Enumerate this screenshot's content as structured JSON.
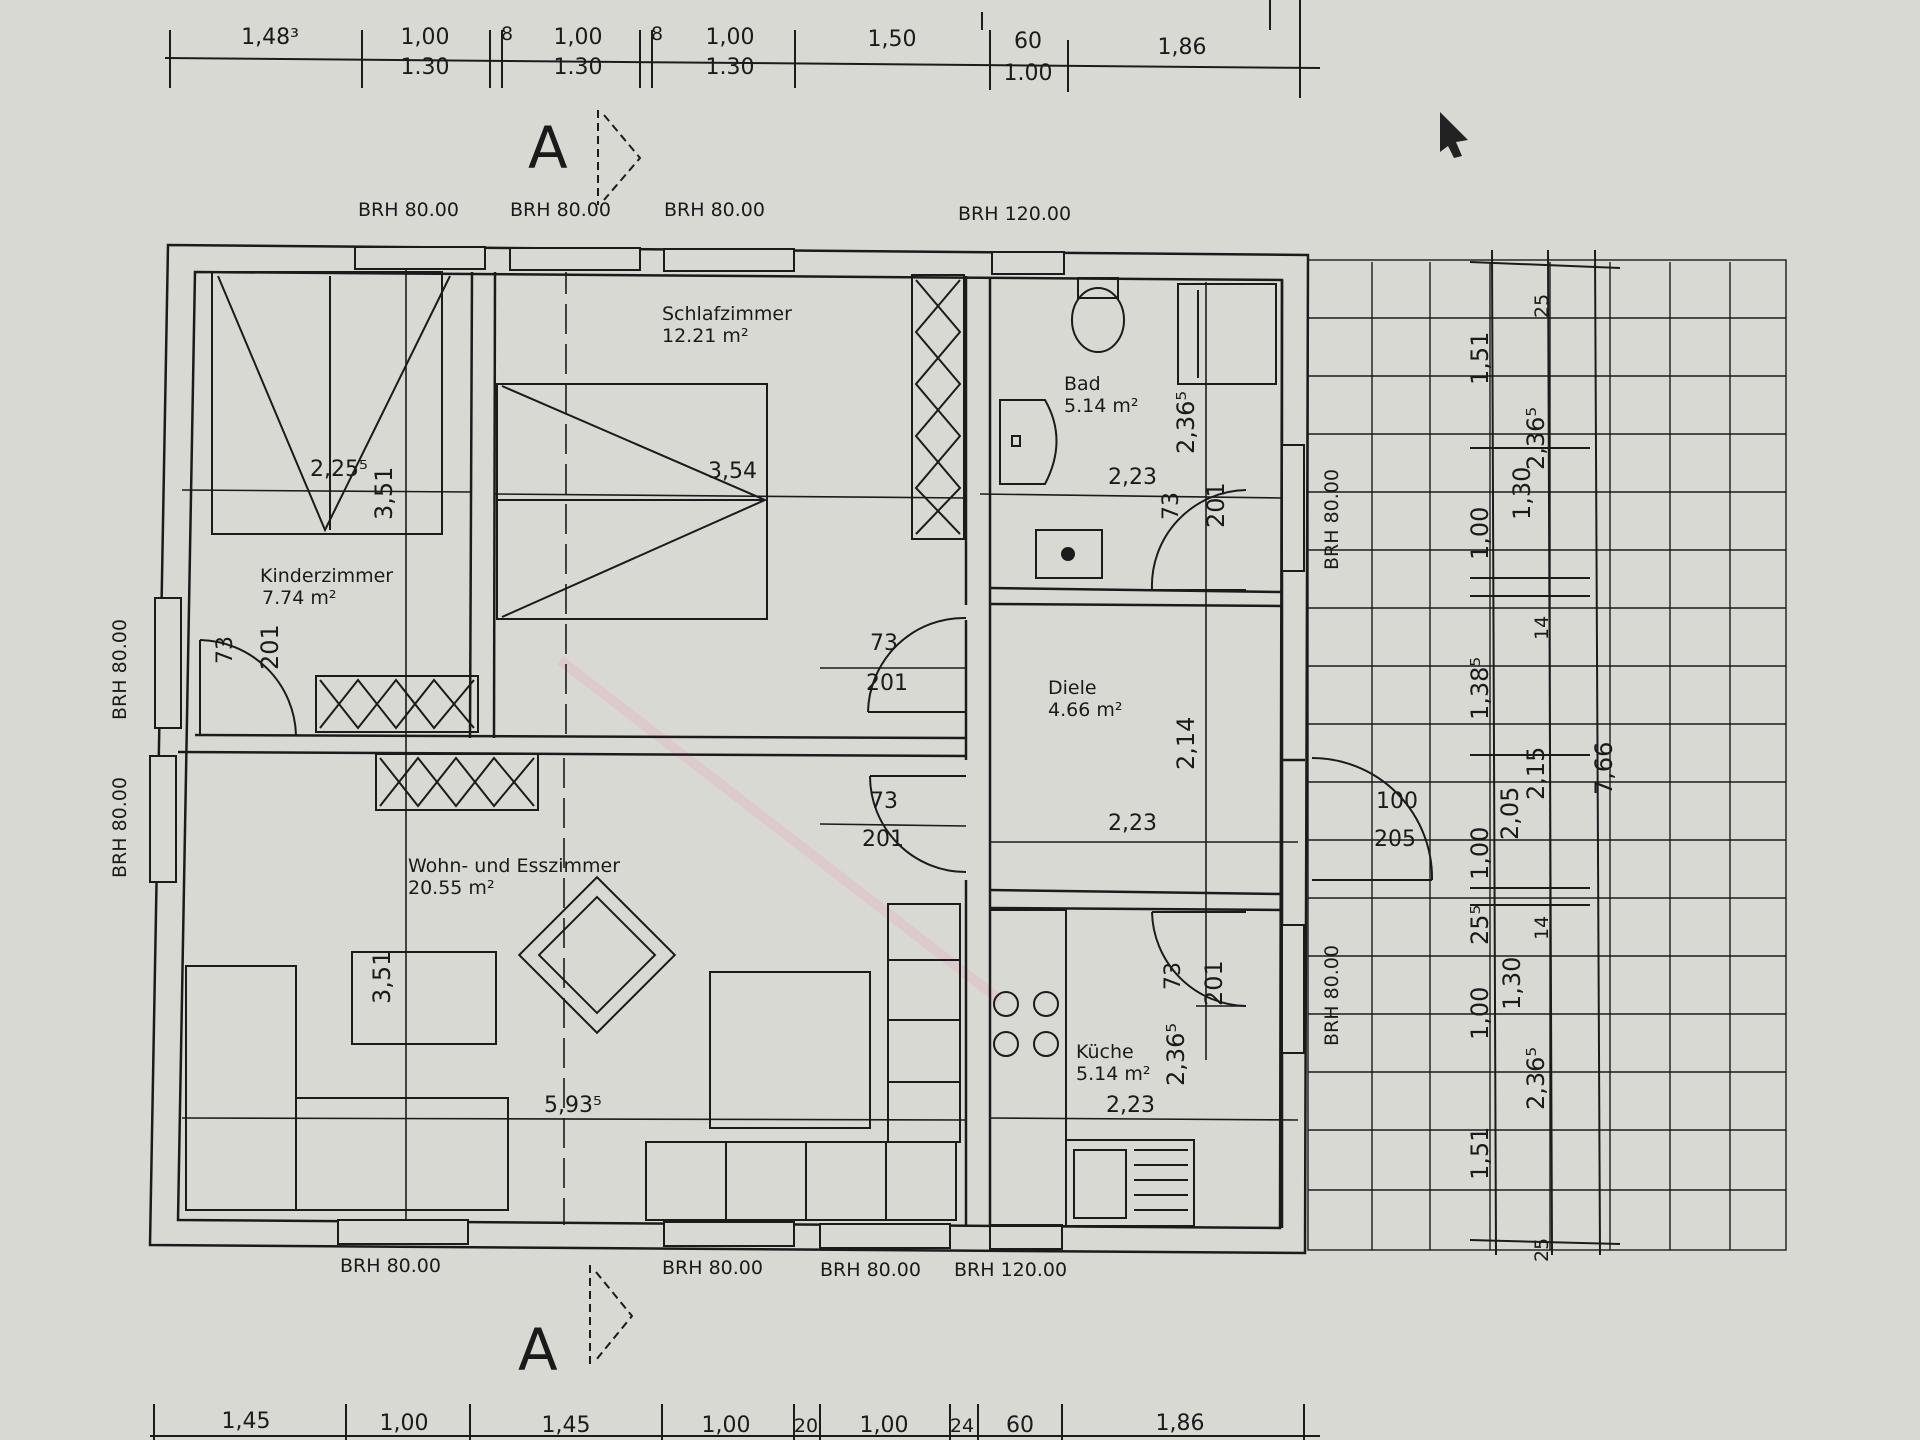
{
  "colors": {
    "paper": "#d9d9d4",
    "line": "#1b1b1b",
    "accent": "#e6b0c0"
  },
  "section_marks": {
    "top": "A",
    "bottom": "A"
  },
  "rooms": [
    {
      "key": "kinder",
      "name": "Kinderzimmer",
      "area": "7.74 m²"
    },
    {
      "key": "schlaf",
      "name": "Schlafzimmer",
      "area": "12.21 m²"
    },
    {
      "key": "bad",
      "name": "Bad",
      "area": "5.14 m²"
    },
    {
      "key": "diele",
      "name": "Diele",
      "area": "4.66 m²"
    },
    {
      "key": "wohn",
      "name": "Wohn- und Esszimmer",
      "area": "20.55 m²"
    },
    {
      "key": "kueche",
      "name": "Küche",
      "area": "5.14 m²"
    }
  ],
  "brh": {
    "top": [
      "BRH 80.00",
      "BRH 80.00",
      "BRH 80.00",
      "BRH 120.00"
    ],
    "bottom": [
      "BRH 80.00",
      "BRH 80.00",
      "BRH 80.00",
      "BRH 120.00"
    ],
    "left": [
      "BRH 80.00",
      "BRH 80.00"
    ],
    "right": [
      "BRH 80.00",
      "BRH 80.00"
    ]
  },
  "dims_top_row1": [
    "1,48³",
    "1,00",
    "8",
    "1,00",
    "8",
    "1,00",
    "1,50",
    "60",
    "1,86"
  ],
  "dims_top_row2": [
    "1.30",
    "1.30",
    "1.30",
    "1.00"
  ],
  "dims_bottom": [
    "1,45",
    "1,00",
    "1,45",
    "1,00",
    "20",
    "1,00",
    "24",
    "60",
    "1,86"
  ],
  "dims_right": [
    "25",
    "1,51",
    "2,36⁵",
    "1,30",
    "1,00",
    "14",
    "1,38⁵",
    "2,15",
    "2,05",
    "7,66",
    "1,00",
    "25⁵",
    "14",
    "1,30",
    "1,00",
    "2,36⁵",
    "1,51",
    "25"
  ],
  "dims_inner": {
    "kinder_w": "2,25⁵",
    "kinder_h": "3,51",
    "kinder_door_a": "73",
    "kinder_door_b": "201",
    "schlaf_w": "3,54",
    "schlaf_door_a": "73",
    "schlaf_door_b": "201",
    "bad_w": "2,23",
    "bad_h": "2,36⁵",
    "bad_door_a": "73",
    "bad_door_b": "201",
    "diele_w": "2,23",
    "diele_h": "2,14",
    "entry_a": "100",
    "entry_b": "205",
    "wohn_door_a": "73",
    "wohn_door_b": "201",
    "wohn_h": "3,51",
    "wohn_w": "5,93⁵",
    "kueche_w": "2,23",
    "kueche_h": "2,36⁵",
    "kueche_door_a": "73",
    "kueche_door_b": "201"
  }
}
